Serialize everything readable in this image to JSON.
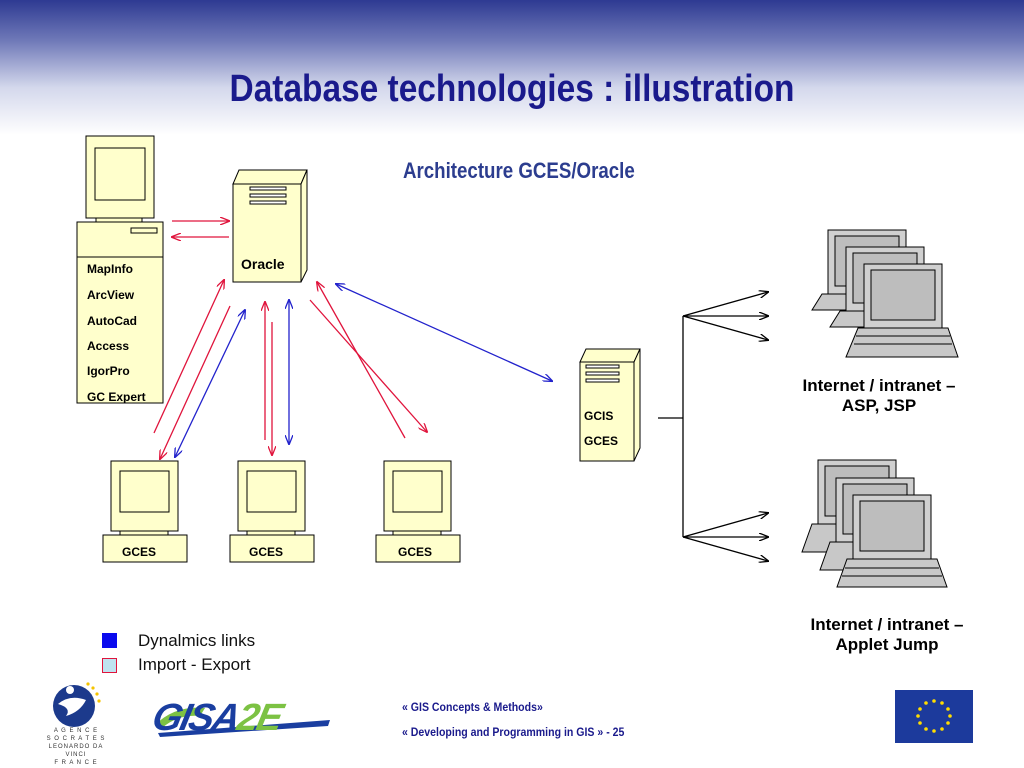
{
  "title": "Database technologies : illustration",
  "subtitle": "Architecture GCES/Oracle",
  "workstation_apps": [
    "MapInfo",
    "ArcView",
    "AutoCad",
    "Access",
    "IgorPro",
    "GC Expert"
  ],
  "oracle_label": "Oracle",
  "gcis_server_labels": [
    "GCIS",
    "GCES"
  ],
  "client_labels": [
    "GCES",
    "GCES",
    "GCES"
  ],
  "internet_groups": [
    {
      "line1": "Internet / intranet –",
      "line2": "ASP, JSP"
    },
    {
      "line1": "Internet / intranet –",
      "line2": "Applet Jump"
    }
  ],
  "legend": [
    {
      "label": "Dynalmics links",
      "color": "#0a0aee"
    },
    {
      "label": "Import - Export",
      "color": "#bfe3f0"
    }
  ],
  "colors": {
    "dynamic_link": "#2222cc",
    "import_export": "#e0143c",
    "header": "#1a1a8c"
  },
  "footer": {
    "line1": "« GIS Concepts & Methods»",
    "line2": "«  Developing and Programming in GIS  » - 25"
  },
  "logos": {
    "gisa_text_a": "GISA",
    "gisa_text_b": "2E",
    "agency_lines": [
      "A G E N C E",
      "S O C R A T E S",
      "LEONARDO DA VINCI",
      "F R A N C E"
    ]
  }
}
